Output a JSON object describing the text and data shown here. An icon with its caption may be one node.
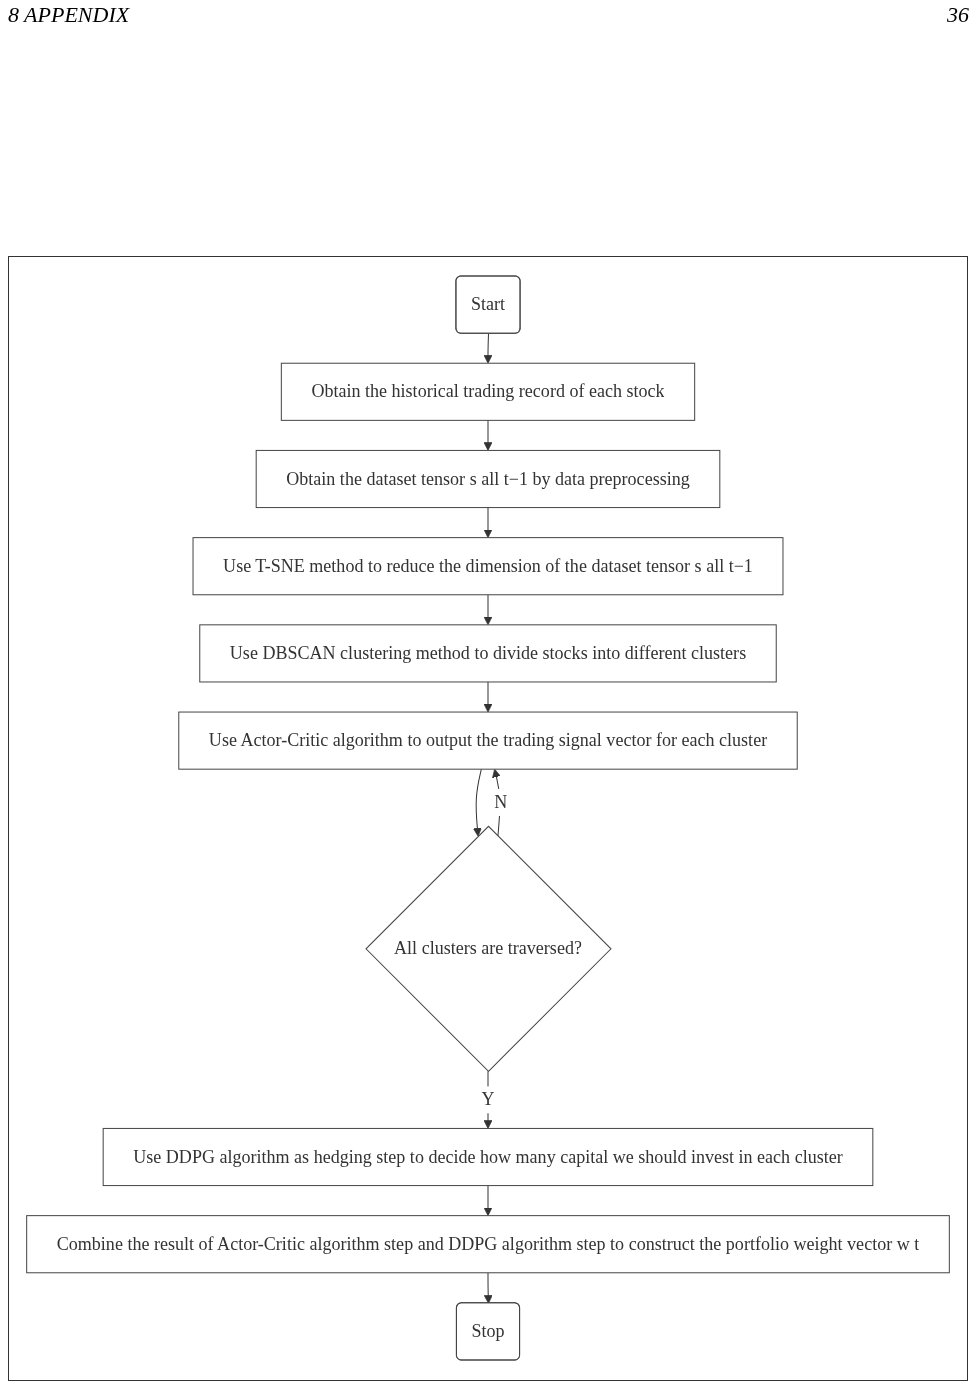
{
  "diagram": {
    "nodes": [
      {
        "text": [
          "Start"
        ]
      },
      {
        "text": [
          "Obtain the historical trading record of each stock"
        ]
      },
      {
        "text": [
          "Obtain the dataset tensor s all t−1 by data preprocessing"
        ]
      },
      {
        "text": [
          "Use T-SNE method to reduce the dimension of the dataset tensor s all t−1"
        ]
      },
      {
        "text": [
          "Use DBSCAN clustering method to divide stocks into different clusters"
        ]
      },
      {
        "text": [
          "Use Actor-Critic algorithm to output the trading signal vector for each cluster"
        ]
      },
      {
        "text": [
          "All clusters are traversed?"
        ]
      },
      {
        "text": [
          "Use DDPG algorithm as hedging step to decide how many capital we should invest in each cluster"
        ]
      },
      {
        "text": [
          "Combine the result of Actor-Critic algorithm step and DDPG algorithm step to construct the portfolio weight vector w t"
        ]
      },
      {
        "text": [
          "Stop"
        ]
      }
    ],
    "edges": [
      {
        "from": 0,
        "to": 1,
        "arrow": "to"
      },
      {
        "from": 1,
        "to": 2,
        "arrow": "to"
      },
      {
        "from": 2,
        "to": 3,
        "arrow": "to"
      },
      {
        "from": 3,
        "to": 4,
        "arrow": "to"
      },
      {
        "from": 4,
        "to": 5,
        "arrow": "to"
      },
      {
        "from": 5,
        "to": 6,
        "arrow": "to"
      },
      {
        "from": 6,
        "to": 5,
        "arrow": "to",
        "label": "N"
      },
      {
        "from": 6,
        "to": 7,
        "arrow": "to",
        "label": "Y"
      },
      {
        "from": 7,
        "to": 8,
        "arrow": "to"
      },
      {
        "from": 8,
        "to": 9,
        "arrow": "to"
      }
    ],
    "labels": [
      "8 APPENDIX",
      "36"
    ]
  }
}
